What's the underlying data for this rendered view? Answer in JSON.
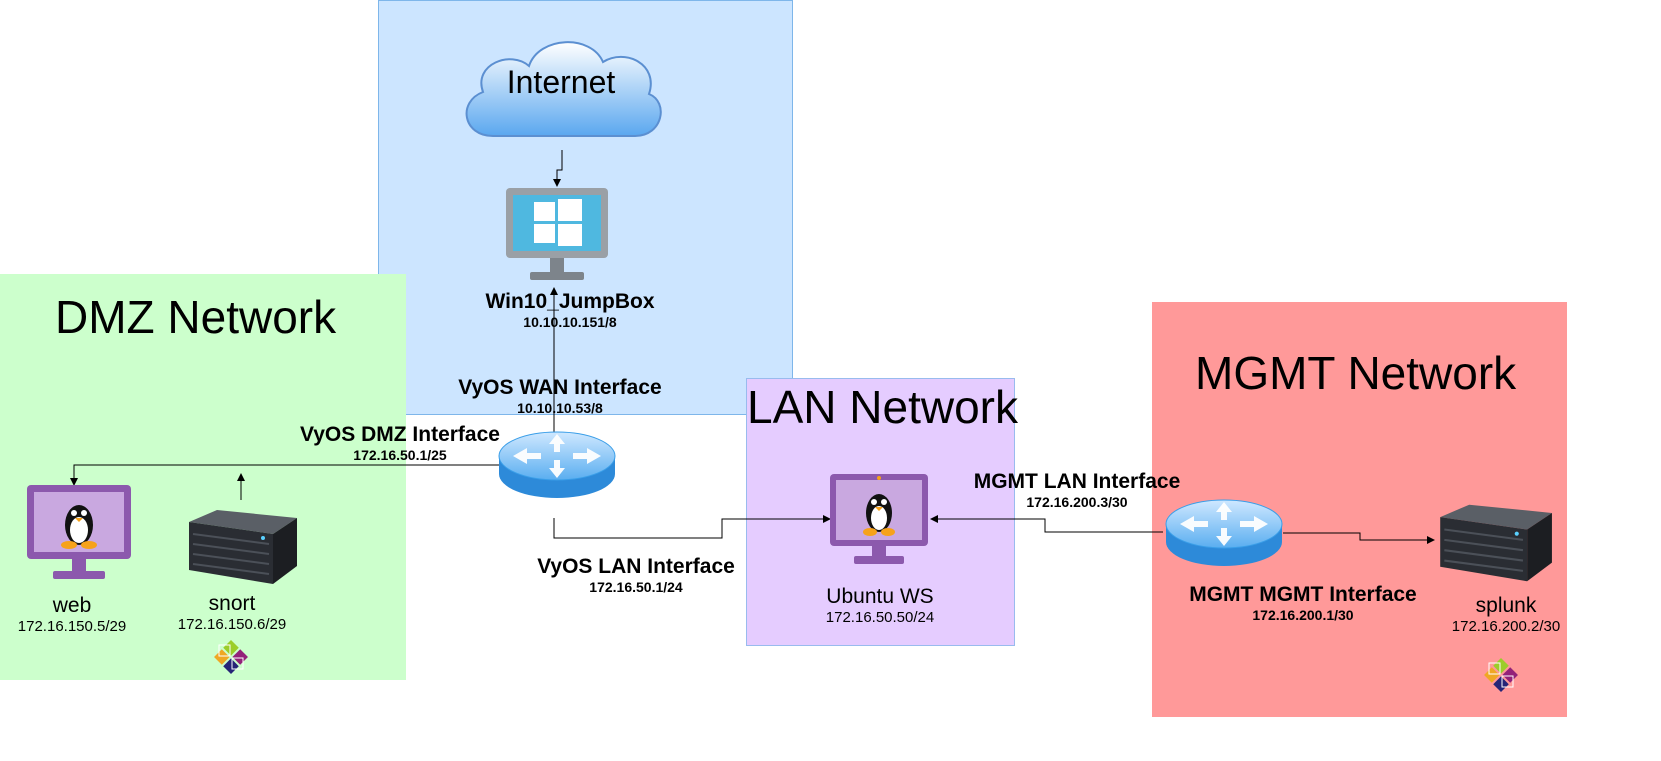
{
  "zones": {
    "internet_zone": {
      "color": "#cce5ff",
      "border": "#7eb6ea"
    },
    "dmz": {
      "title": "DMZ Network",
      "color": "#ccffcc"
    },
    "lan": {
      "title": "LAN Network",
      "color": "#e5ccff",
      "border": "#99bbee"
    },
    "mgmt": {
      "title": "MGMT Network",
      "color": "#ff9999"
    }
  },
  "nodes": {
    "internet": {
      "label": "Internet",
      "icon": "cloud-icon"
    },
    "jumpbox": {
      "name": "Win10_JumpBox",
      "ip": "10.10.10.151/8",
      "icon": "windows-monitor-icon"
    },
    "vyos_router": {
      "icon": "router-icon"
    },
    "vyos_wan": {
      "name": "VyOS WAN  Interface",
      "ip": "10.10.10.53/8"
    },
    "vyos_dmz": {
      "name": "VyOS DMZ  Interface",
      "ip": "172.16.50.1/25"
    },
    "vyos_lan": {
      "name": "VyOS LAN  Interface",
      "ip": "172.16.50.1/24"
    },
    "web": {
      "name": "web",
      "ip": "172.16.150.5/29",
      "icon": "linux-monitor-icon"
    },
    "snort": {
      "name": "snort",
      "ip": "172.16.150.6/29",
      "icon": "server-icon"
    },
    "ubuntu_ws": {
      "name": "Ubuntu WS",
      "ip": "172.16.50.50/24",
      "icon": "linux-monitor-icon"
    },
    "mgmt_router": {
      "icon": "router-icon"
    },
    "mgmt_lan": {
      "name": "MGMT LAN Interface",
      "ip": "172.16.200.3/30"
    },
    "mgmt_mgmt": {
      "name": "MGMT MGMT Interface",
      "ip": "172.16.200.1/30"
    },
    "splunk": {
      "name": "splunk",
      "ip": "172.16.200.2/30",
      "icon": "server-icon"
    }
  },
  "colors": {
    "router": "#3a9ee8",
    "monitor": "#8c59ad",
    "screen_win": "#4fb8e0",
    "server": "#2a2d33"
  }
}
